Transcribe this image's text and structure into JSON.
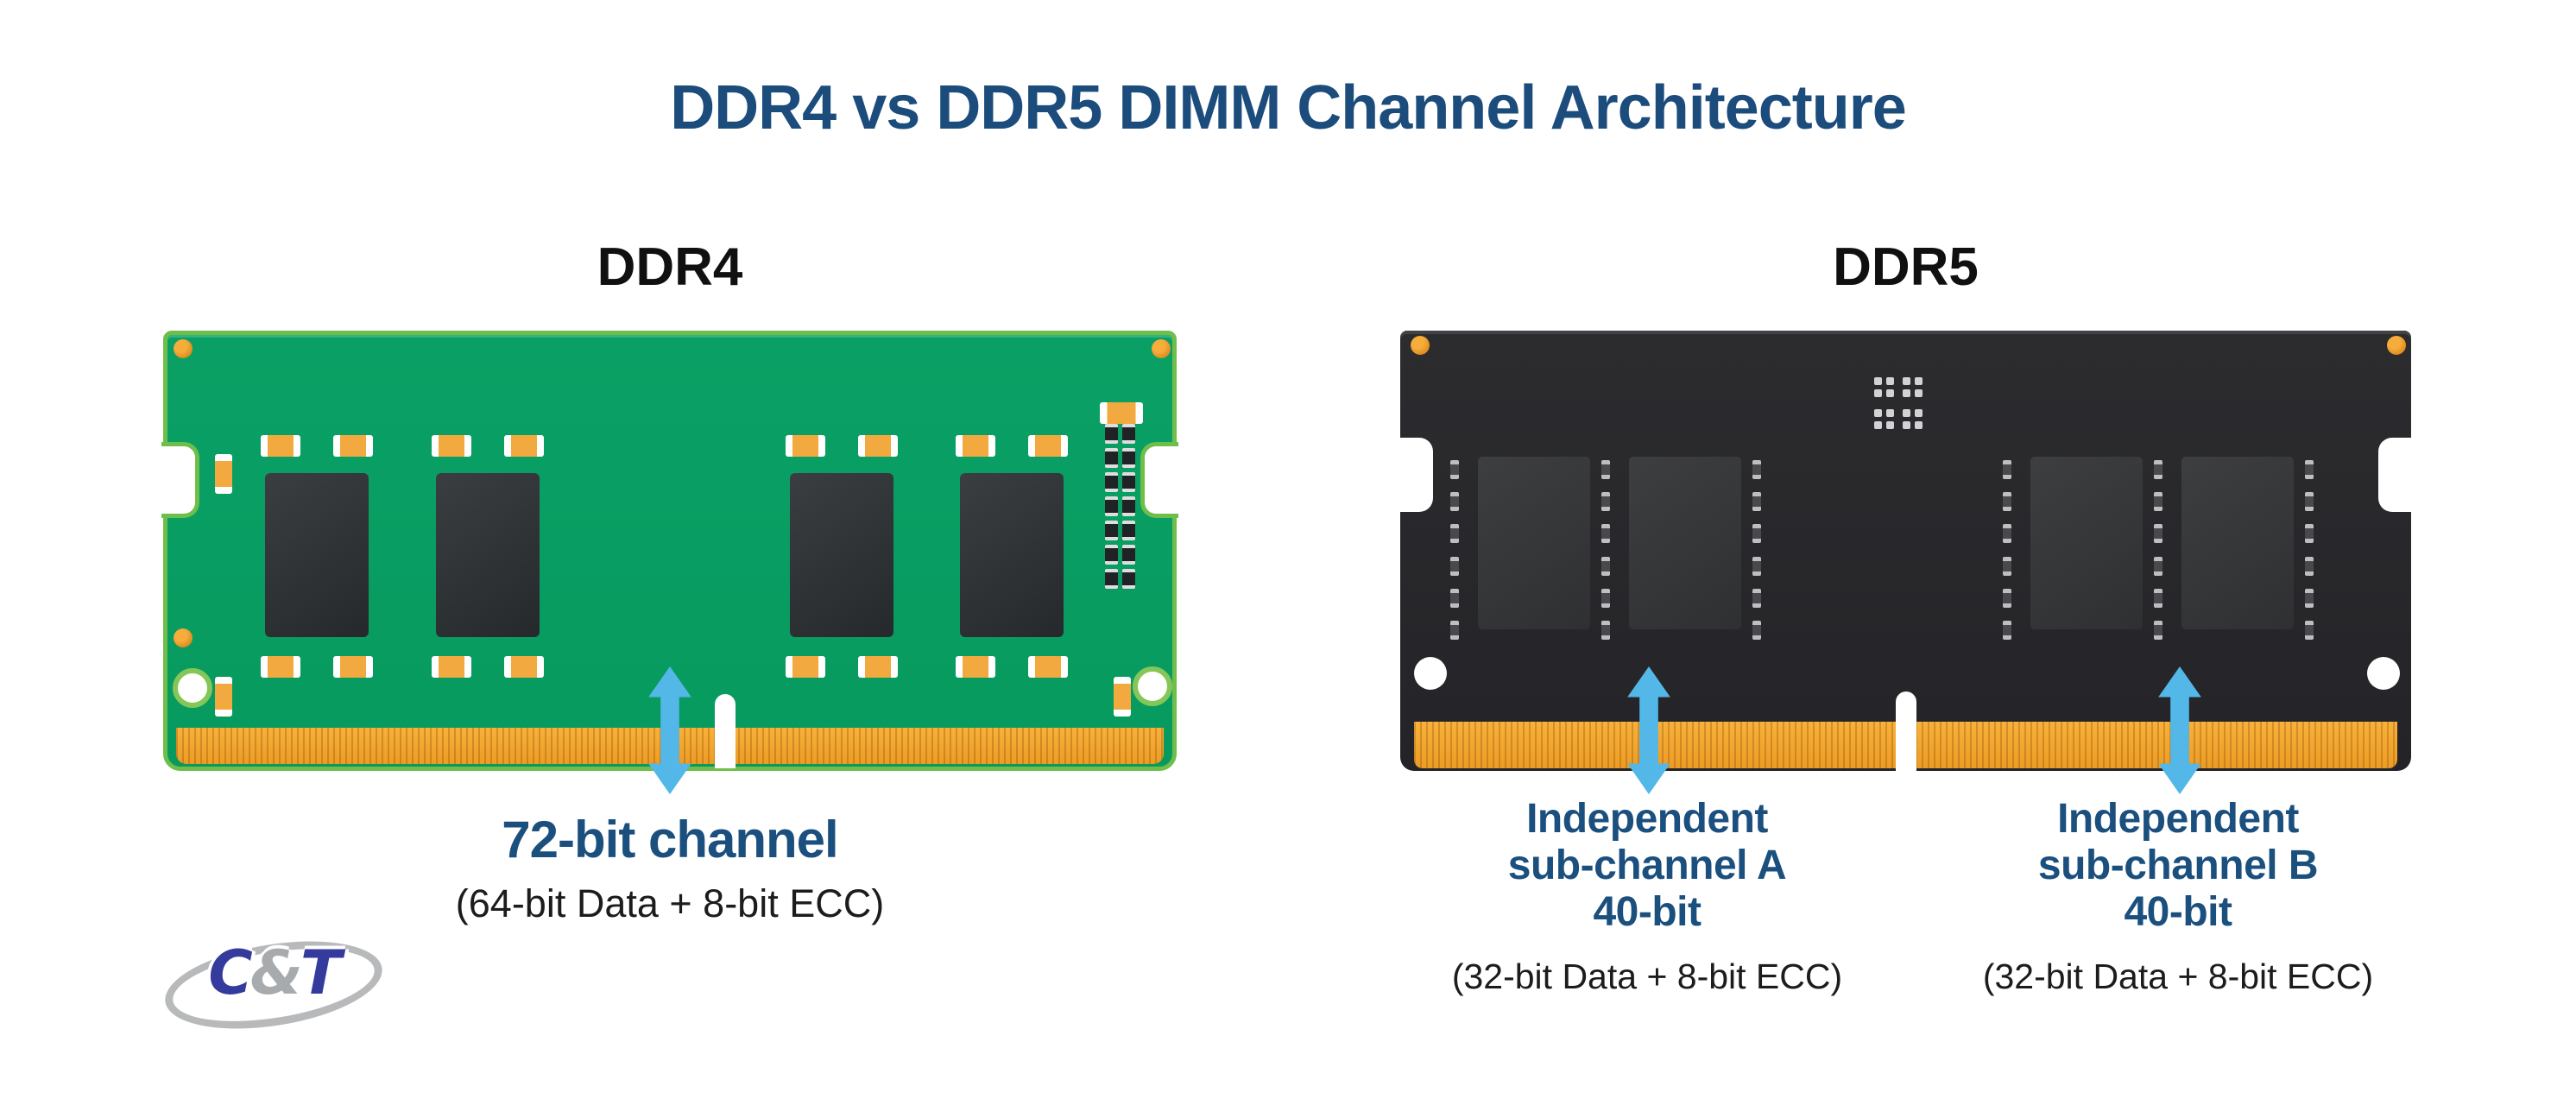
{
  "title": "DDR4 vs DDR5 DIMM Channel Architecture",
  "ddr4": {
    "label": "DDR4",
    "caption": {
      "title": "72-bit channel",
      "subtitle": "(64-bit Data + 8-bit ECC)"
    }
  },
  "ddr5": {
    "label": "DDR5",
    "subchannel_a": {
      "line1": "Independent",
      "line2": "sub-channel A",
      "line3": "40-bit",
      "subtitle": "(32-bit Data + 8-bit ECC)"
    },
    "subchannel_b": {
      "line1": "Independent",
      "line2": "sub-channel B",
      "line3": "40-bit",
      "subtitle": "(32-bit Data + 8-bit ECC)"
    }
  },
  "logo": {
    "part_c": "C",
    "part_amp": "&",
    "part_t": "T"
  },
  "colors": {
    "title_blue": "#1b4c7c",
    "caption_blue": "#1b4f7e",
    "pcb_green": "#089a60",
    "pcb_green_border": "#6fbe4a",
    "pcb_black": "#28282b",
    "gold_contact": "#f3a32f",
    "arrow_blue": "#53b7e8",
    "screw_orange": "#e08d1d",
    "logo_blue": "#343b9c",
    "logo_gray": "#a8abad"
  }
}
